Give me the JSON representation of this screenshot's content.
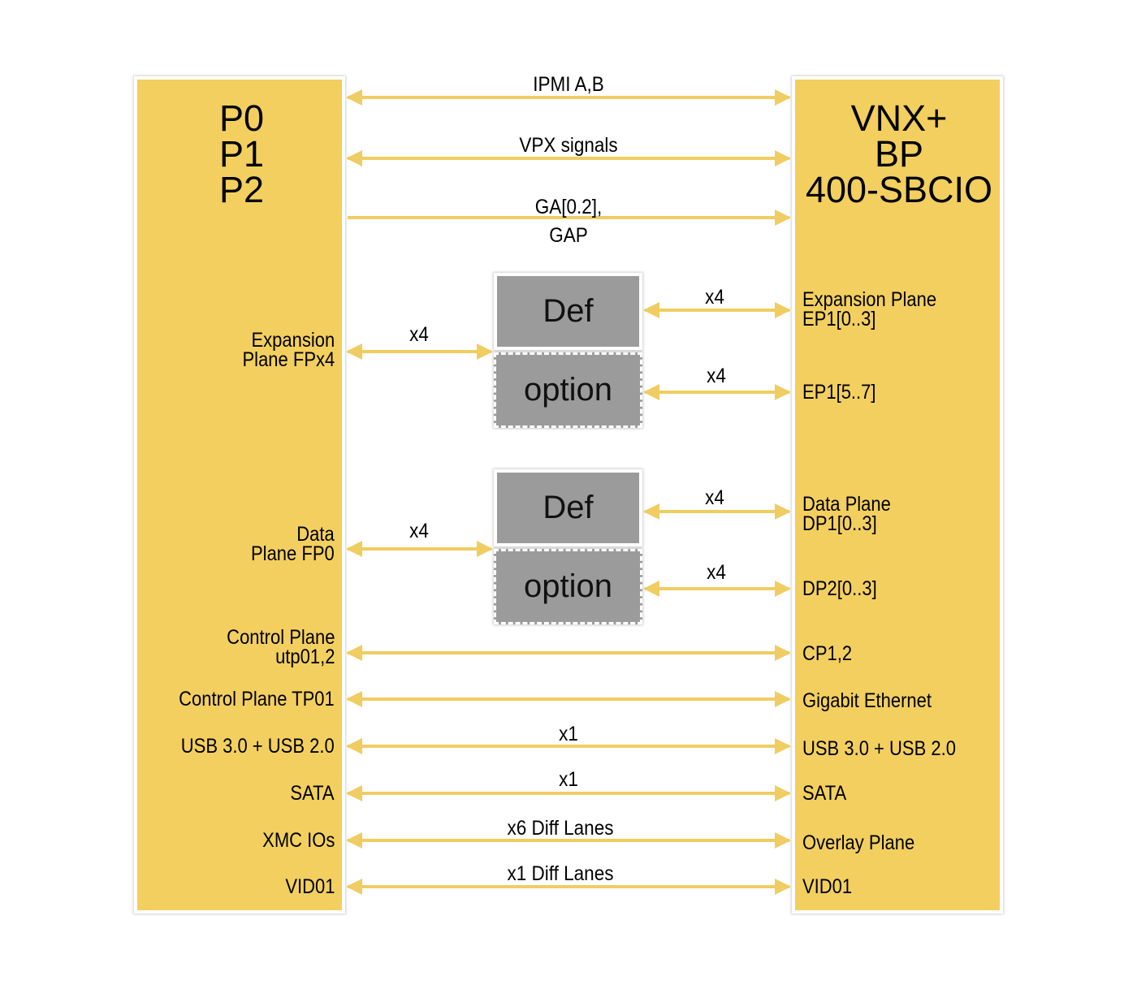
{
  "left_block": {
    "title": "P0\nP1\nP2"
  },
  "right_block": {
    "title": "VNX+\nBP\n400-SBCIO"
  },
  "signals": {
    "ipmi": "IPMI A,B",
    "vpx": "VPX signals",
    "ga": "GA[0.2],\nGAP"
  },
  "expansion": {
    "left_label": "Expansion\nPlane FPx4",
    "left_width": "x4",
    "def_label": "Def",
    "option_label": "option",
    "def_width": "x4",
    "option_width": "x4",
    "def_target": "Expansion Plane\nEP1[0..3]",
    "option_target": "EP1[5..7]"
  },
  "data_plane": {
    "left_label": "Data\nPlane FP0",
    "left_width": "x4",
    "def_label": "Def",
    "option_label": "option",
    "def_width": "x4",
    "option_width": "x4",
    "def_target": "Data Plane\nDP1[0..3]",
    "option_target": "DP2[0..3]"
  },
  "connections": [
    {
      "left": "Control Plane\nutp01,2",
      "middle": "",
      "right": "CP1,2"
    },
    {
      "left": "Control Plane TP01",
      "middle": "",
      "right": "Gigabit Ethernet"
    },
    {
      "left": "USB 3.0 + USB 2.0",
      "middle": "x1",
      "right": "USB 3.0 + USB 2.0"
    },
    {
      "left": "SATA",
      "middle": "x1",
      "right": "SATA"
    },
    {
      "left": "XMC IOs",
      "middle": "x6 Diff Lanes",
      "right": "Overlay Plane"
    },
    {
      "left": "VID01",
      "middle": "x1 Diff Lanes",
      "right": "VID01"
    }
  ],
  "colors": {
    "panel": "#f2cf5f",
    "arrow": "#f0cd62",
    "box": "#9b9b9b"
  }
}
